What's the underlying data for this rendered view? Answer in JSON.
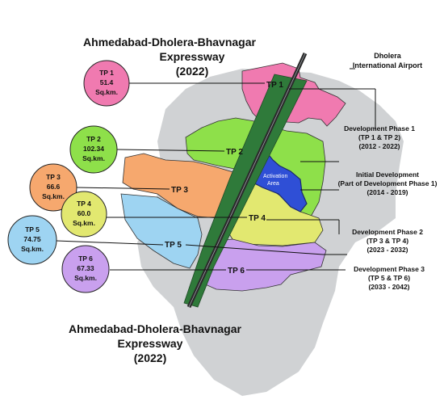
{
  "expressway": {
    "top": {
      "line1": "Ahmedabad-Dholera-Bhavnagar",
      "line2": "Expressway",
      "line3": "(2022)"
    },
    "bottom": {
      "line1": "Ahmedabad-Dholera-Bhavnagar",
      "line2": "Expressway",
      "line3": "(2022)"
    }
  },
  "airport": {
    "line1": "Dholera",
    "line2": "International Airport"
  },
  "town_planning_schemes": [
    {
      "id": "tp1",
      "map_label": "TP 1",
      "bubble": {
        "name": "TP 1",
        "area": "51.4",
        "unit": "Sq.km."
      },
      "color": "#f07ab0"
    },
    {
      "id": "tp2",
      "map_label": "TP 2",
      "bubble": {
        "name": "TP 2",
        "area": "102.34",
        "unit": "Sq.km."
      },
      "color": "#8ee04a"
    },
    {
      "id": "tp3",
      "map_label": "TP 3",
      "bubble": {
        "name": "TP 3",
        "area": "66.6",
        "unit": "Sq.km."
      },
      "color": "#f6a86e"
    },
    {
      "id": "tp4",
      "map_label": "TP 4",
      "bubble": {
        "name": "TP 4",
        "area": "60.0",
        "unit": "Sq.km."
      },
      "color": "#e2e870"
    },
    {
      "id": "tp5",
      "map_label": "TP 5",
      "bubble": {
        "name": "TP 5",
        "area": "74.75",
        "unit": "Sq.km."
      },
      "color": "#9ed4f2"
    },
    {
      "id": "tp6",
      "map_label": "TP 6",
      "bubble": {
        "name": "TP 6",
        "area": "67.33",
        "unit": "Sq.km."
      },
      "color": "#c9a0ee"
    }
  ],
  "activation_area": {
    "line1": "Activation",
    "line2": "Area",
    "color": "#2f4fd6"
  },
  "phases": [
    {
      "line1": "Development Phase 1",
      "line2": "(TP 1 & TP 2)",
      "line3": "(2012 - 2022)"
    },
    {
      "line1": "Initial Development",
      "line2": "(Part of Development Phase 1)",
      "line3": "(2014 - 2019)"
    },
    {
      "line1": "Development Phase 2",
      "line2": "(TP 3 & TP 4)",
      "line3": "(2023 - 2032)"
    },
    {
      "line1": "Development Phase 3",
      "line2": "(TP 5 & TP 6)",
      "line3": "(2033 - 2042)"
    }
  ],
  "colors": {
    "region": "#d0d2d4",
    "expressway_band": "#2f7a3a",
    "expressway_road": "#2b2b2b"
  }
}
